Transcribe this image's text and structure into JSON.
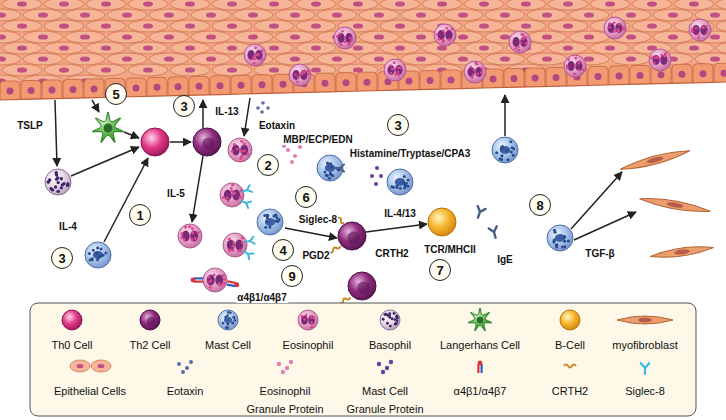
{
  "diagram": {
    "nodes": [
      {
        "text": [
          "5"
        ]
      },
      {
        "text": [
          "3"
        ]
      },
      {
        "text": [
          "3"
        ]
      },
      {
        "text": [
          "2"
        ]
      },
      {
        "text": [
          "6"
        ]
      },
      {
        "text": [
          "8"
        ]
      },
      {
        "text": [
          "1"
        ]
      },
      {
        "text": [
          "4"
        ]
      },
      {
        "text": [
          "3"
        ]
      },
      {
        "text": [
          "7"
        ]
      },
      {
        "text": [
          "9"
        ]
      }
    ],
    "labels": [
      "TSLP",
      "IL-13",
      "Eotaxin",
      "MBP/ECP/EDN",
      "Histamine/Tryptase/CPA3",
      "IL-4",
      "IL-5",
      "Siglec-8",
      "IL-4/13",
      "CRTH2",
      "PGD2",
      "TCR/MHCII",
      "IgE",
      "TGF-β",
      "α4β1/α4β7"
    ],
    "legend": [
      {
        "text": "Th0 Cell"
      },
      {
        "text": "Th2 Cell"
      },
      {
        "text": "Mast Cell"
      },
      {
        "text": "Eosinophil"
      },
      {
        "text": "Basophil"
      },
      {
        "text": "Langerhans Cell"
      },
      {
        "text": "B-Cell"
      },
      {
        "text": "myofibroblast"
      },
      {
        "text": "Epithelial Cells"
      },
      {
        "text": "Eotaxin"
      },
      {
        "text": "Eosinophil Granule Protein"
      },
      {
        "text": "Mast Cell Granule Protein"
      },
      {
        "text": "α4β1/α4β7"
      },
      {
        "text": "CRTH2"
      },
      {
        "text": "Siglec-8"
      }
    ]
  }
}
